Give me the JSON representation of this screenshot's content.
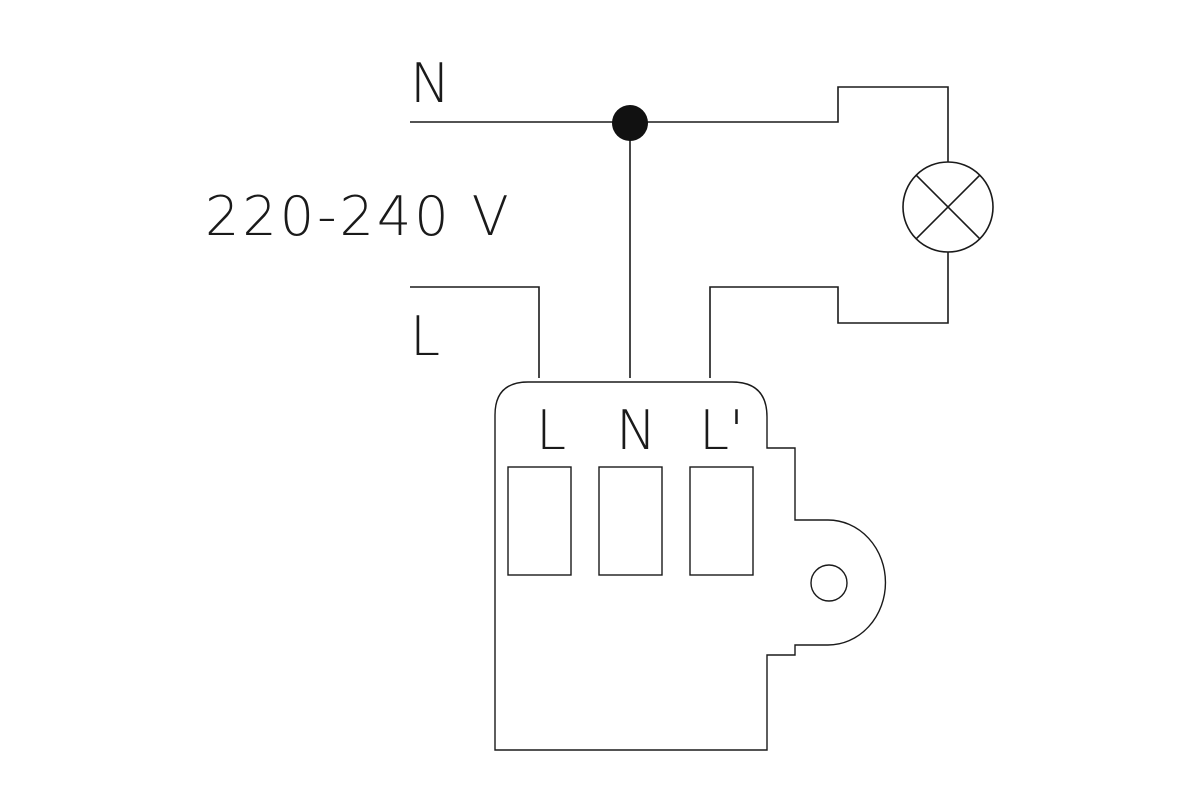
{
  "labels": {
    "neutral": "N",
    "voltage": "220-240 V",
    "live": "L"
  },
  "terminals": [
    {
      "label": "L"
    },
    {
      "label": "N"
    },
    {
      "label": "L'"
    }
  ],
  "colors": {
    "line": "#1a1a1a",
    "background": "#ffffff"
  }
}
